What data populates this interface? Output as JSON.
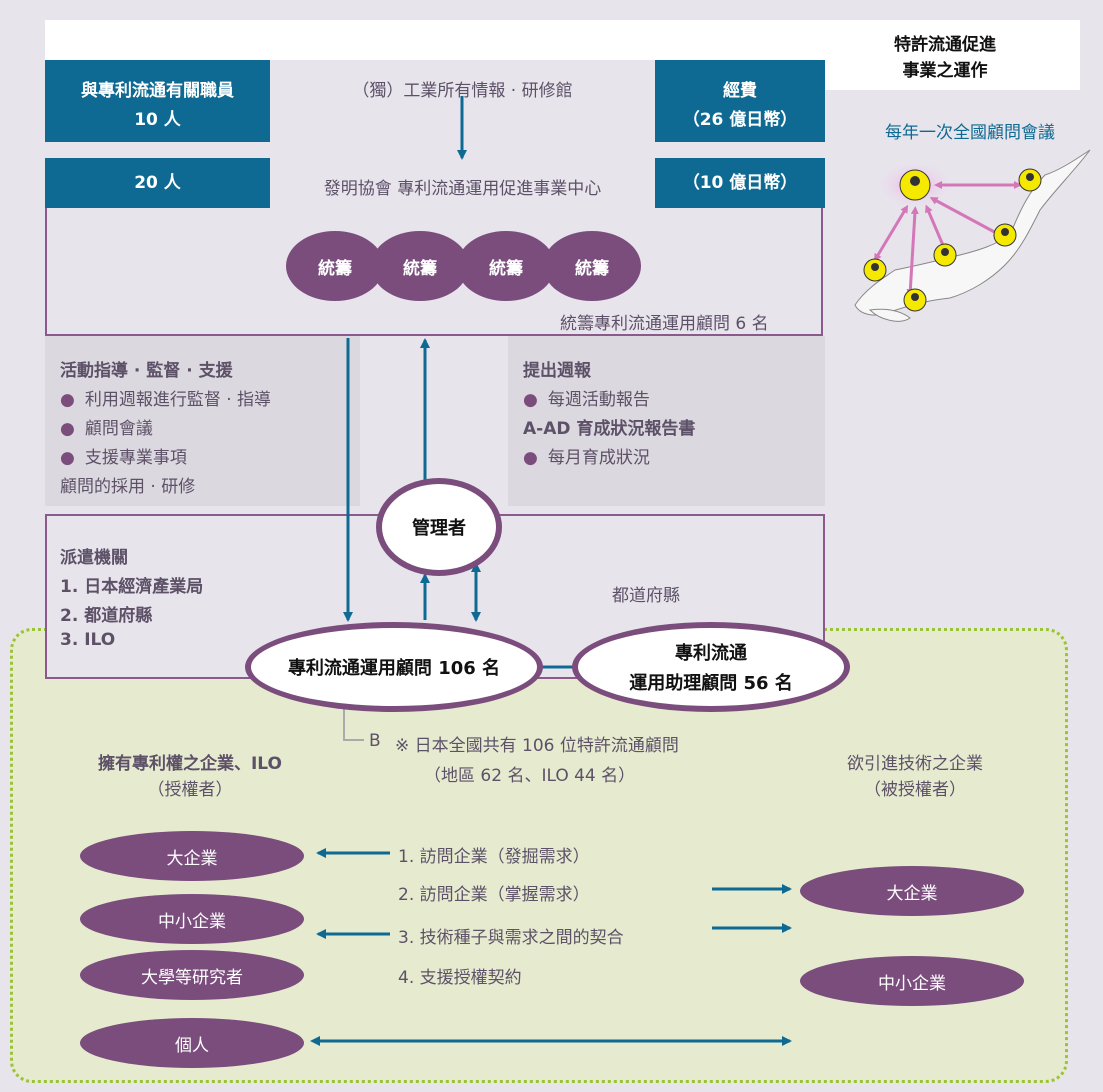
{
  "corner_title": [
    "特許流通促進",
    "事業之運作"
  ],
  "top": {
    "staff": [
      "與專利流通有關職員",
      "10 人"
    ],
    "inpit": "（獨）工業所有情報 · 研修館",
    "budget": [
      "經費",
      "（26 億日幣）"
    ]
  },
  "annual_meeting": "每年一次全國顧問會議",
  "center": {
    "staff": "20 人",
    "name": "發明協會  專利流通運用促進事業中心",
    "budget": "（10 億日幣）",
    "coordinators": [
      "統籌",
      "統籌",
      "統籌",
      "統籌"
    ],
    "coord_note": "統籌專利流通運用顧問 6 名"
  },
  "left_support": {
    "title": "活動指導 · 監督 · 支援",
    "items": [
      "利用週報進行監督 · 指導",
      "顧問會議",
      "支援專業事項"
    ],
    "footer": "顧問的採用 · 研修"
  },
  "right_report": {
    "title": "提出週報",
    "item1": "每週活動報告",
    "subtitle": "A-AD 育成狀況報告書",
    "item2": "每月育成狀況"
  },
  "manager": "管理者",
  "dispatch": {
    "title": "派遣機關",
    "items": [
      "1. 日本經濟產業局",
      "2. 都道府縣",
      "3. ILO"
    ]
  },
  "prefecture": "都道府縣",
  "advisors": {
    "main": "專利流通運用顧問  106 名",
    "assist": [
      "專利流通",
      "運用助理顧問  56 名"
    ]
  },
  "note": {
    "label": "B",
    "line1": "※ 日本全國共有 106 位特許流通顧問",
    "line2": "（地區 62 名、ILO 44 名）"
  },
  "licensor": {
    "title": [
      "擁有專利權之企業、ILO",
      "（授權者）"
    ],
    "items": [
      "大企業",
      "中小企業",
      "大學等研究者",
      "個人"
    ]
  },
  "licensee": {
    "title": [
      "欲引進技術之企業",
      "（被授權者）"
    ],
    "items": [
      "大企業",
      "中小企業"
    ]
  },
  "steps": [
    "1.  訪問企業（發掘需求）",
    "2.  訪問企業（掌握需求）",
    "3.  技術種子與需求之間的契合",
    "4.  支援授權契約"
  ],
  "colors": {
    "teal": "#0e6a93",
    "purple": "#7a4d7d",
    "green": "#e6ebcf",
    "pink_arrow": "#d477b8"
  }
}
